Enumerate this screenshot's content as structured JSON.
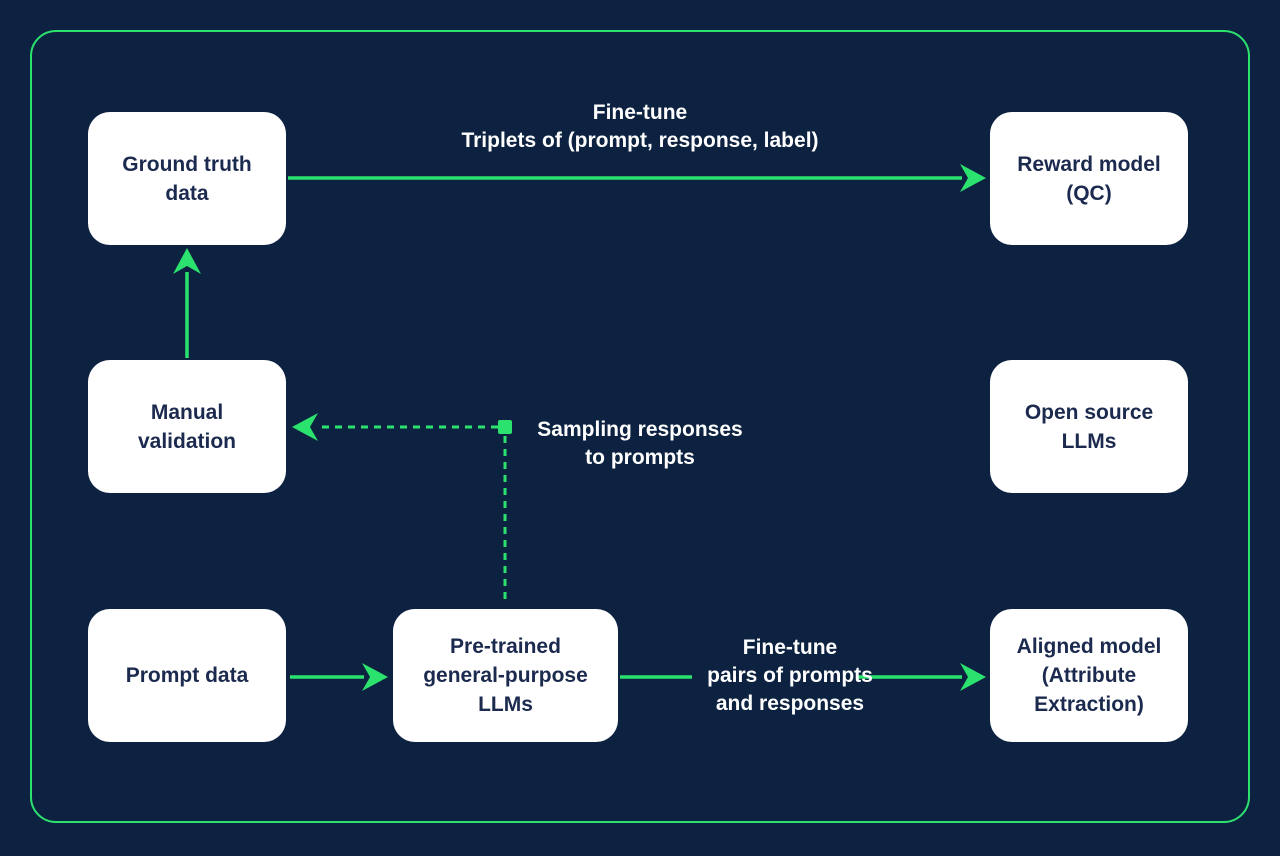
{
  "colors": {
    "background": "#0d2240",
    "accent_green": "#2be26e",
    "node_fill": "#ffffff",
    "node_text": "#1b2a4e",
    "edge_label_text": "#ffffff"
  },
  "nodes": [
    {
      "id": "ground-truth-data",
      "label": "Ground truth\ndata"
    },
    {
      "id": "reward-model",
      "label": "Reward model\n(QC)"
    },
    {
      "id": "manual-validation",
      "label": "Manual\nvalidation"
    },
    {
      "id": "open-source-llms",
      "label": "Open source\nLLMs"
    },
    {
      "id": "prompt-data",
      "label": "Prompt data"
    },
    {
      "id": "pretrained-llms",
      "label": "Pre-trained\ngeneral-purpose\nLLMs"
    },
    {
      "id": "aligned-model",
      "label": "Aligned model\n(Attribute\nExtraction)"
    }
  ],
  "edge_labels": {
    "fine_tune_triplets": "Fine-tune\nTriplets of (prompt, response, label)",
    "sampling_responses": "Sampling responses\nto prompts",
    "fine_tune_pairs": "Fine-tune\npairs of prompts\nand responses"
  },
  "edges": [
    {
      "from": "ground-truth-data",
      "to": "reward-model",
      "style": "solid",
      "label": "Fine-tune Triplets of (prompt, response, label)"
    },
    {
      "from": "manual-validation",
      "to": "ground-truth-data",
      "style": "solid",
      "label": ""
    },
    {
      "from": "pretrained-llms",
      "to": "manual-validation",
      "style": "dashed",
      "label": "Sampling responses to prompts"
    },
    {
      "from": "prompt-data",
      "to": "pretrained-llms",
      "style": "solid",
      "label": ""
    },
    {
      "from": "pretrained-llms",
      "to": "aligned-model",
      "style": "solid",
      "label": "Fine-tune pairs of prompts and responses"
    }
  ]
}
